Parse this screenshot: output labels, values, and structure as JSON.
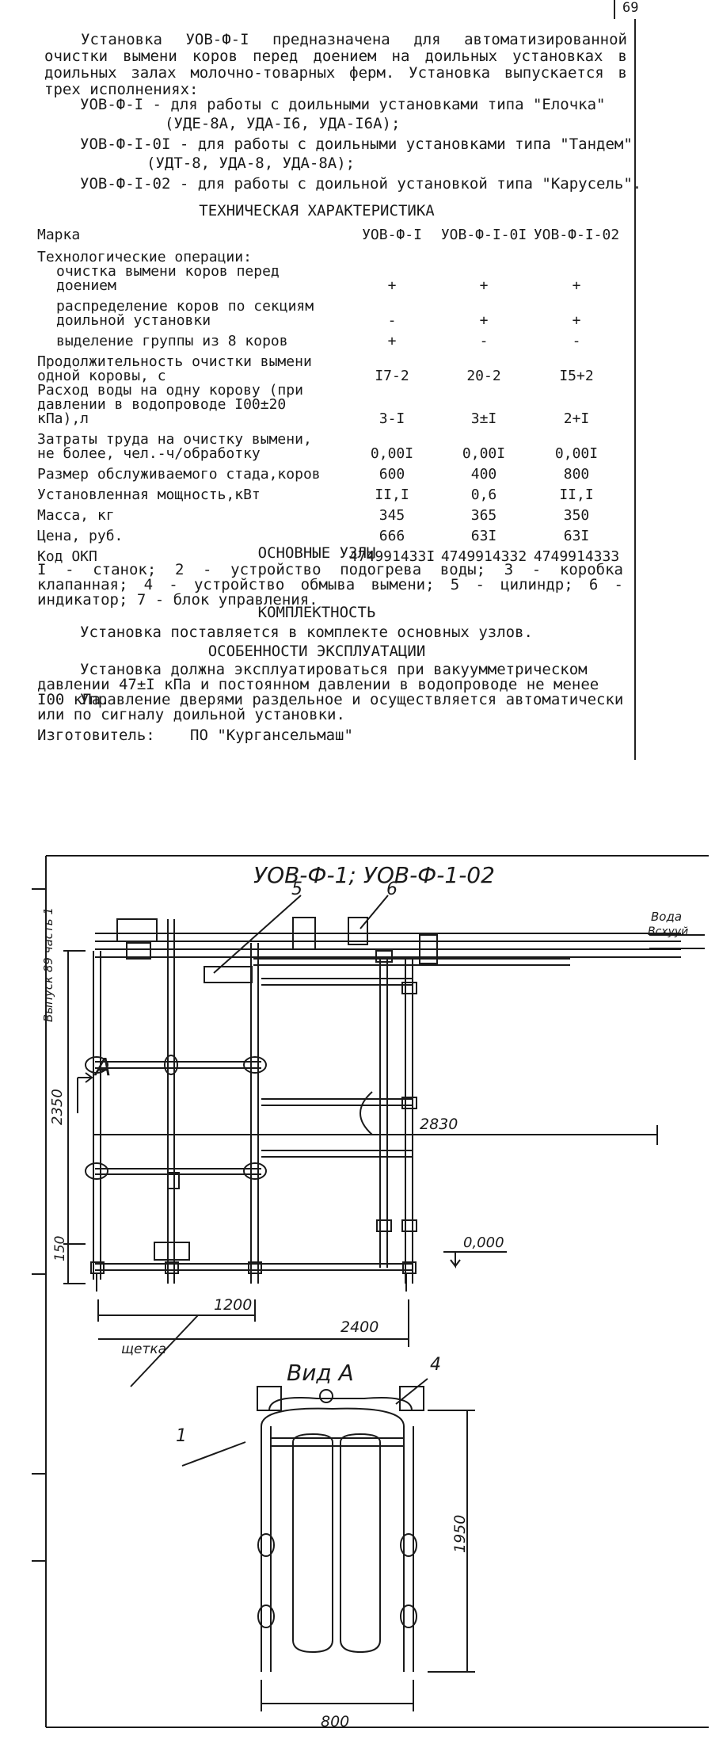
{
  "page_number": "69",
  "intro": {
    "paragraph": "Установка УОВ-Ф-I предназначена для автоматизированной очистки вымени коров перед доением на доильных установках в доильных залах молочно-товарных ферм. Установка выпускается в трех исполнениях:",
    "variants": [
      "УОВ-Ф-I - для работы с доильными установками типа \"Елочка\"",
      "(УДЕ-8А, УДА-I6, УДА-I6А);",
      "УОВ-Ф-I-0I - для работы с доильными установками типа \"Тандем\"",
      "(УДТ-8, УДА-8, УДА-8А);",
      "УОВ-Ф-I-02 - для работы с доильной установкой типа \"Карусель\"."
    ]
  },
  "spec": {
    "heading": "ТЕХНИЧЕСКАЯ ХАРАКТЕРИСТИКА",
    "columns": [
      "Марка",
      "УОВ-Ф-I",
      "УОВ-Ф-I-0I",
      "УОВ-Ф-I-02"
    ],
    "section_label": "Технологические операции:",
    "rows": [
      {
        "label": "очистка вымени коров перед доением",
        "v": [
          "+",
          "+",
          "+"
        ]
      },
      {
        "label": "распределение коров по секциям доильной установки",
        "v": [
          "-",
          "+",
          "+"
        ]
      },
      {
        "label": "выделение группы из 8 коров",
        "v": [
          "+",
          "-",
          "-"
        ]
      },
      {
        "label": "Продолжительность очистки вымени одной коровы, с",
        "v": [
          "I7-2",
          "20-2",
          "I5+2"
        ]
      },
      {
        "label": "Расход воды на одну корову (при давлении в водопроводе I00±20 кПа),л",
        "v": [
          "3-I",
          "3±I",
          "2+I"
        ]
      },
      {
        "label": "Затраты труда на очистку вымени, не более, чел.-ч/обработку",
        "v": [
          "0,00I",
          "0,00I",
          "0,00I"
        ]
      },
      {
        "label": "Размер обслуживаемого стада,коров",
        "v": [
          "600",
          "400",
          "800"
        ]
      },
      {
        "label": "Установленная мощность,кВт",
        "v": [
          "II,I",
          "0,6",
          "II,I"
        ]
      },
      {
        "label": "Масса, кг",
        "v": [
          "345",
          "365",
          "350"
        ]
      },
      {
        "label": "Цена, руб.",
        "v": [
          "666",
          "63I",
          "63I"
        ]
      },
      {
        "label": "Код ОКП",
        "v": [
          "474991433I",
          "4749914332",
          "4749914333"
        ]
      }
    ]
  },
  "units": {
    "heading": "ОСНОВНЫЕ УЗЛЫ",
    "text": "I - станок; 2 - устройство подогрева воды; 3 - коробка клапанная; 4 - устройство обмыва вымени; 5 - цилиндр; 6 - индикатор; 7 - блок управления."
  },
  "kit": {
    "heading": "КОМПЛЕКТНОСТЬ",
    "text": "Установка поставляется в комплекте основных узлов."
  },
  "operation": {
    "heading": "ОСОБЕННОСТИ ЭКСПЛУАТАЦИИ",
    "p1": "Установка должна эксплуатироваться при вакуумметрическом давлении 47±I кПа и постоянном давлении в водопроводе не менее I00 кПа.",
    "p2": "Управление дверями раздельное и осуществляется автоматически или по сигналу доильной установки."
  },
  "maker": {
    "label": "Изготовитель:",
    "value": "ПО \"Кургансельмаш\""
  },
  "drawing": {
    "title": "УОВ-Ф-1; УОВ-Ф-1-02",
    "side_text": "Выпуск 89 часть 1",
    "view_label": "Вид А",
    "arrow_label": "А",
    "callouts": [
      "5",
      "6",
      "4",
      "1"
    ],
    "pipe_labels": [
      "Вода",
      "Всхууй"
    ],
    "dims": {
      "h2350": "2350",
      "w2830": "2830",
      "h150": "150",
      "level": "0,000",
      "w1200": "1200",
      "w2400": "2400",
      "h1950": "1950",
      "w800": "800"
    },
    "brush": "щетка"
  }
}
